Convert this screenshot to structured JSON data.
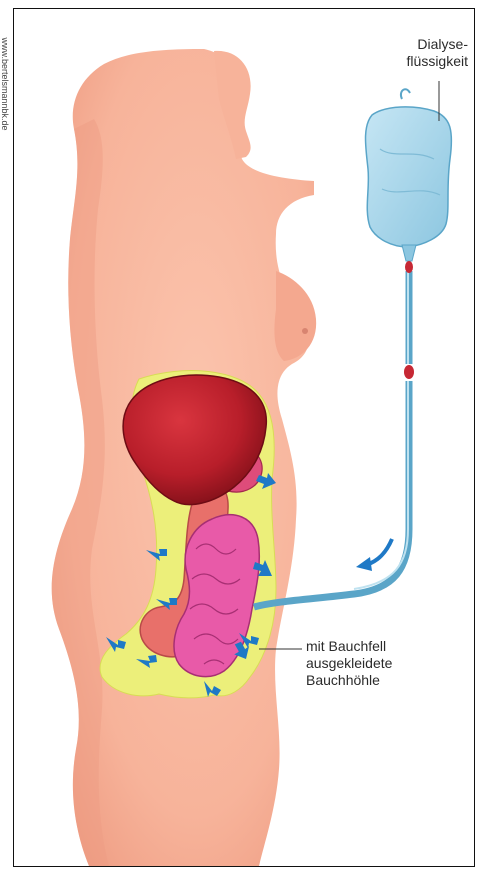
{
  "credit": "www.bertelsmannbk.de",
  "labels": {
    "dialysis_line1": "Dialyse-",
    "dialysis_line2": "flüssigkeit",
    "cavity_line1": "mit Bauchfell",
    "cavity_line2": "ausgekleidete",
    "cavity_line3": "Bauchhöhle"
  },
  "colors": {
    "skin": "#f7b39a",
    "skin_shadow": "#ef9f86",
    "peritoneum": "#ecef7a",
    "liver": "#b81e2a",
    "intestines": "#e85aa8",
    "colon": "#e8706a",
    "bag": "#a9d6ea",
    "tube": "#7fc0dc",
    "arrow": "#1f79c6"
  },
  "icons": {
    "flow_arrows": "blue-arrow-icon",
    "inflow_arrow": "curved-arrow-icon"
  }
}
